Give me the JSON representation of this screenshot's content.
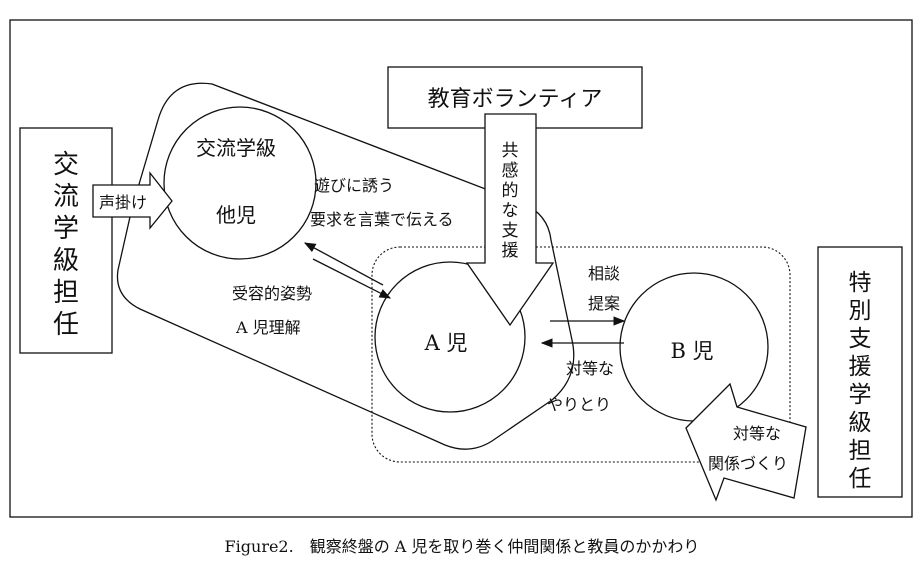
{
  "caption": "Figure2.　観察終盤の A 児を取り巻く仲間関係と教員のかかわり",
  "nodes": {
    "koryu_class": "交流学級",
    "other_children": "他児",
    "child_a": "A 児",
    "child_b": "B 児",
    "volunteer": "教育ボランティア",
    "koryu_teacher": "交流学級担任",
    "special_teacher": "特別支援学級担任"
  },
  "labels": {
    "koegake": "声掛け",
    "empathic_support": "共感的な支援",
    "invite_play": "遊びに誘う",
    "request_words": "要求を言葉で伝える",
    "receptive": "受容的姿勢",
    "understand_a": "A 児理解",
    "consult": "相談",
    "propose": "提案",
    "equal_1": "対等な",
    "exchange": "やりとり",
    "equal_2": "対等な",
    "relation_making": "関係づくり"
  },
  "colors": {
    "line": "#111111",
    "background": "#ffffff"
  }
}
